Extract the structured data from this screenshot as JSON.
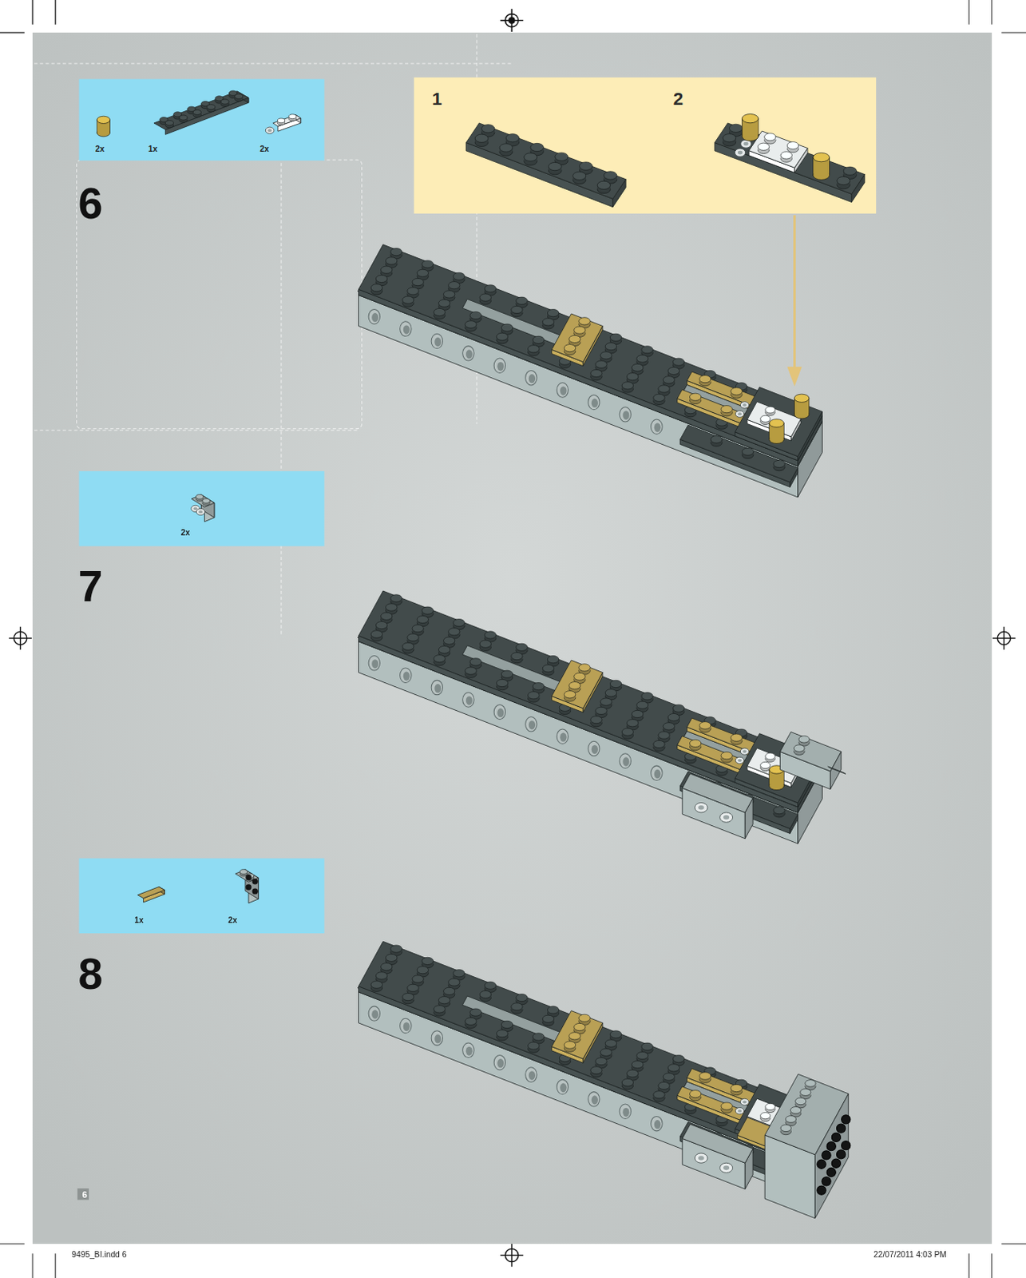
{
  "diagram": {
    "nodes": [
      {
        "text": [
          "2x",
          "1x",
          "2x"
        ]
      },
      {
        "text": [
          "1",
          "2"
        ]
      },
      {
        "text": [
          "2x"
        ]
      },
      {
        "text": [
          "1x",
          "2x"
        ]
      }
    ],
    "labels": [
      "6",
      "7",
      "8",
      "6",
      "9495_BI.indd 6",
      "22/07/2011 4:03 PM"
    ]
  }
}
